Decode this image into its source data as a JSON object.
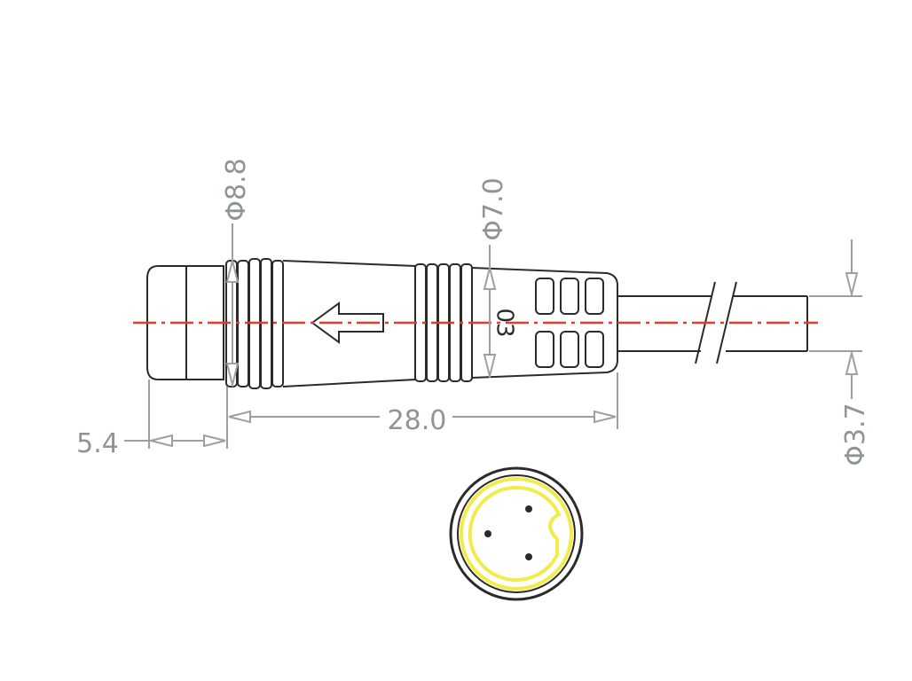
{
  "drawing": {
    "dimensions": {
      "dia_8_8": "Φ8.8",
      "dia_7_0": "Φ7.0",
      "length_28": "28.0",
      "length_5_4": "5.4",
      "dia_3_7": "Φ3.7"
    },
    "body_marking": "03",
    "colors": {
      "outline": "#2b2b2b",
      "dimension": "#9aa19f",
      "centerline": "#e53b2c",
      "pin_face": "#f2ec4a"
    }
  }
}
